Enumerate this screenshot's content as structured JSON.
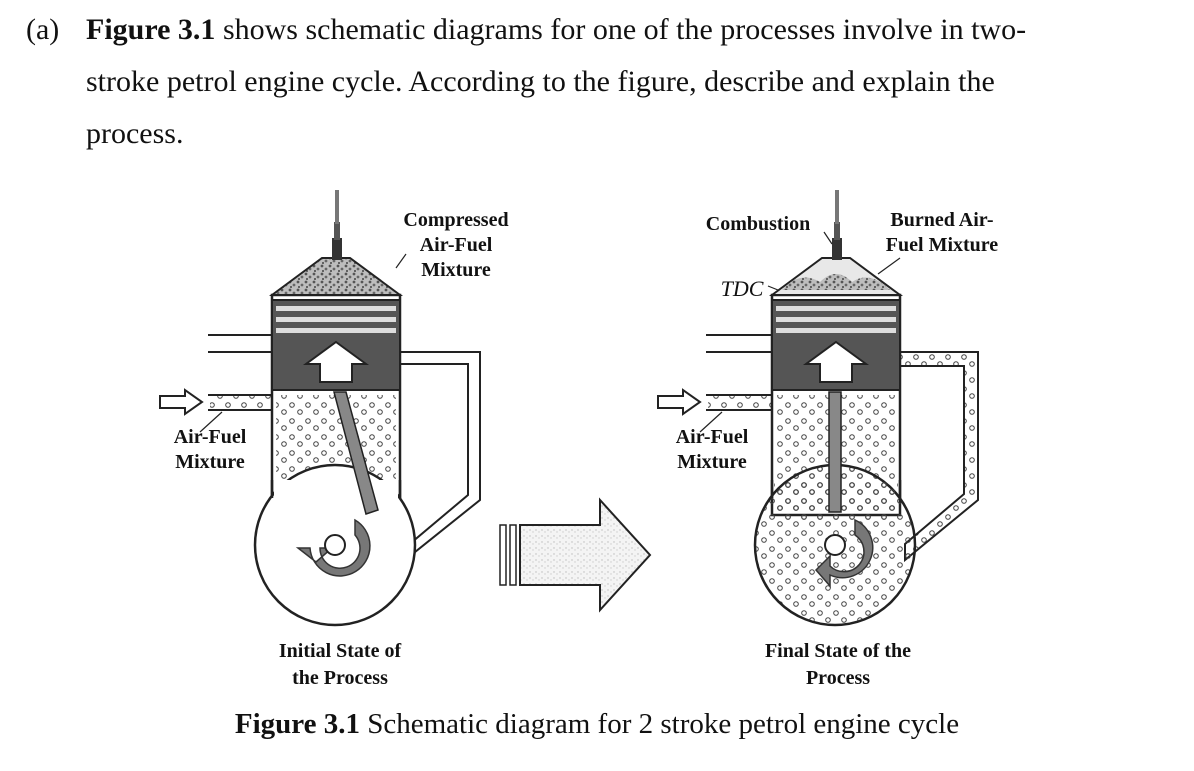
{
  "question": {
    "label": "(a)",
    "figure_ref": "Figure 3.1",
    "line1_rest": " shows schematic diagrams for one of the processes involve in two-",
    "line2": "stroke petrol engine cycle. According to the figure, describe and explain the",
    "line3": "process."
  },
  "diagram": {
    "left": {
      "compressed_label": [
        "Compressed",
        "Air-Fuel",
        "Mixture"
      ],
      "inlet_label": [
        "Air-Fuel",
        "Mixture"
      ],
      "state_label": [
        "Initial State of",
        "the Process"
      ]
    },
    "right": {
      "combustion_label": "Combustion",
      "burned_label": [
        "Burned Air-",
        "Fuel Mixture"
      ],
      "tdc_label": "TDC",
      "inlet_label": [
        "Air-Fuel",
        "Mixture"
      ],
      "state_label": [
        "Final State of the",
        "Process"
      ]
    }
  },
  "caption": {
    "figure_ref": "Figure 3.1",
    "text": " Schematic diagram for 2 stroke petrol engine cycle"
  }
}
